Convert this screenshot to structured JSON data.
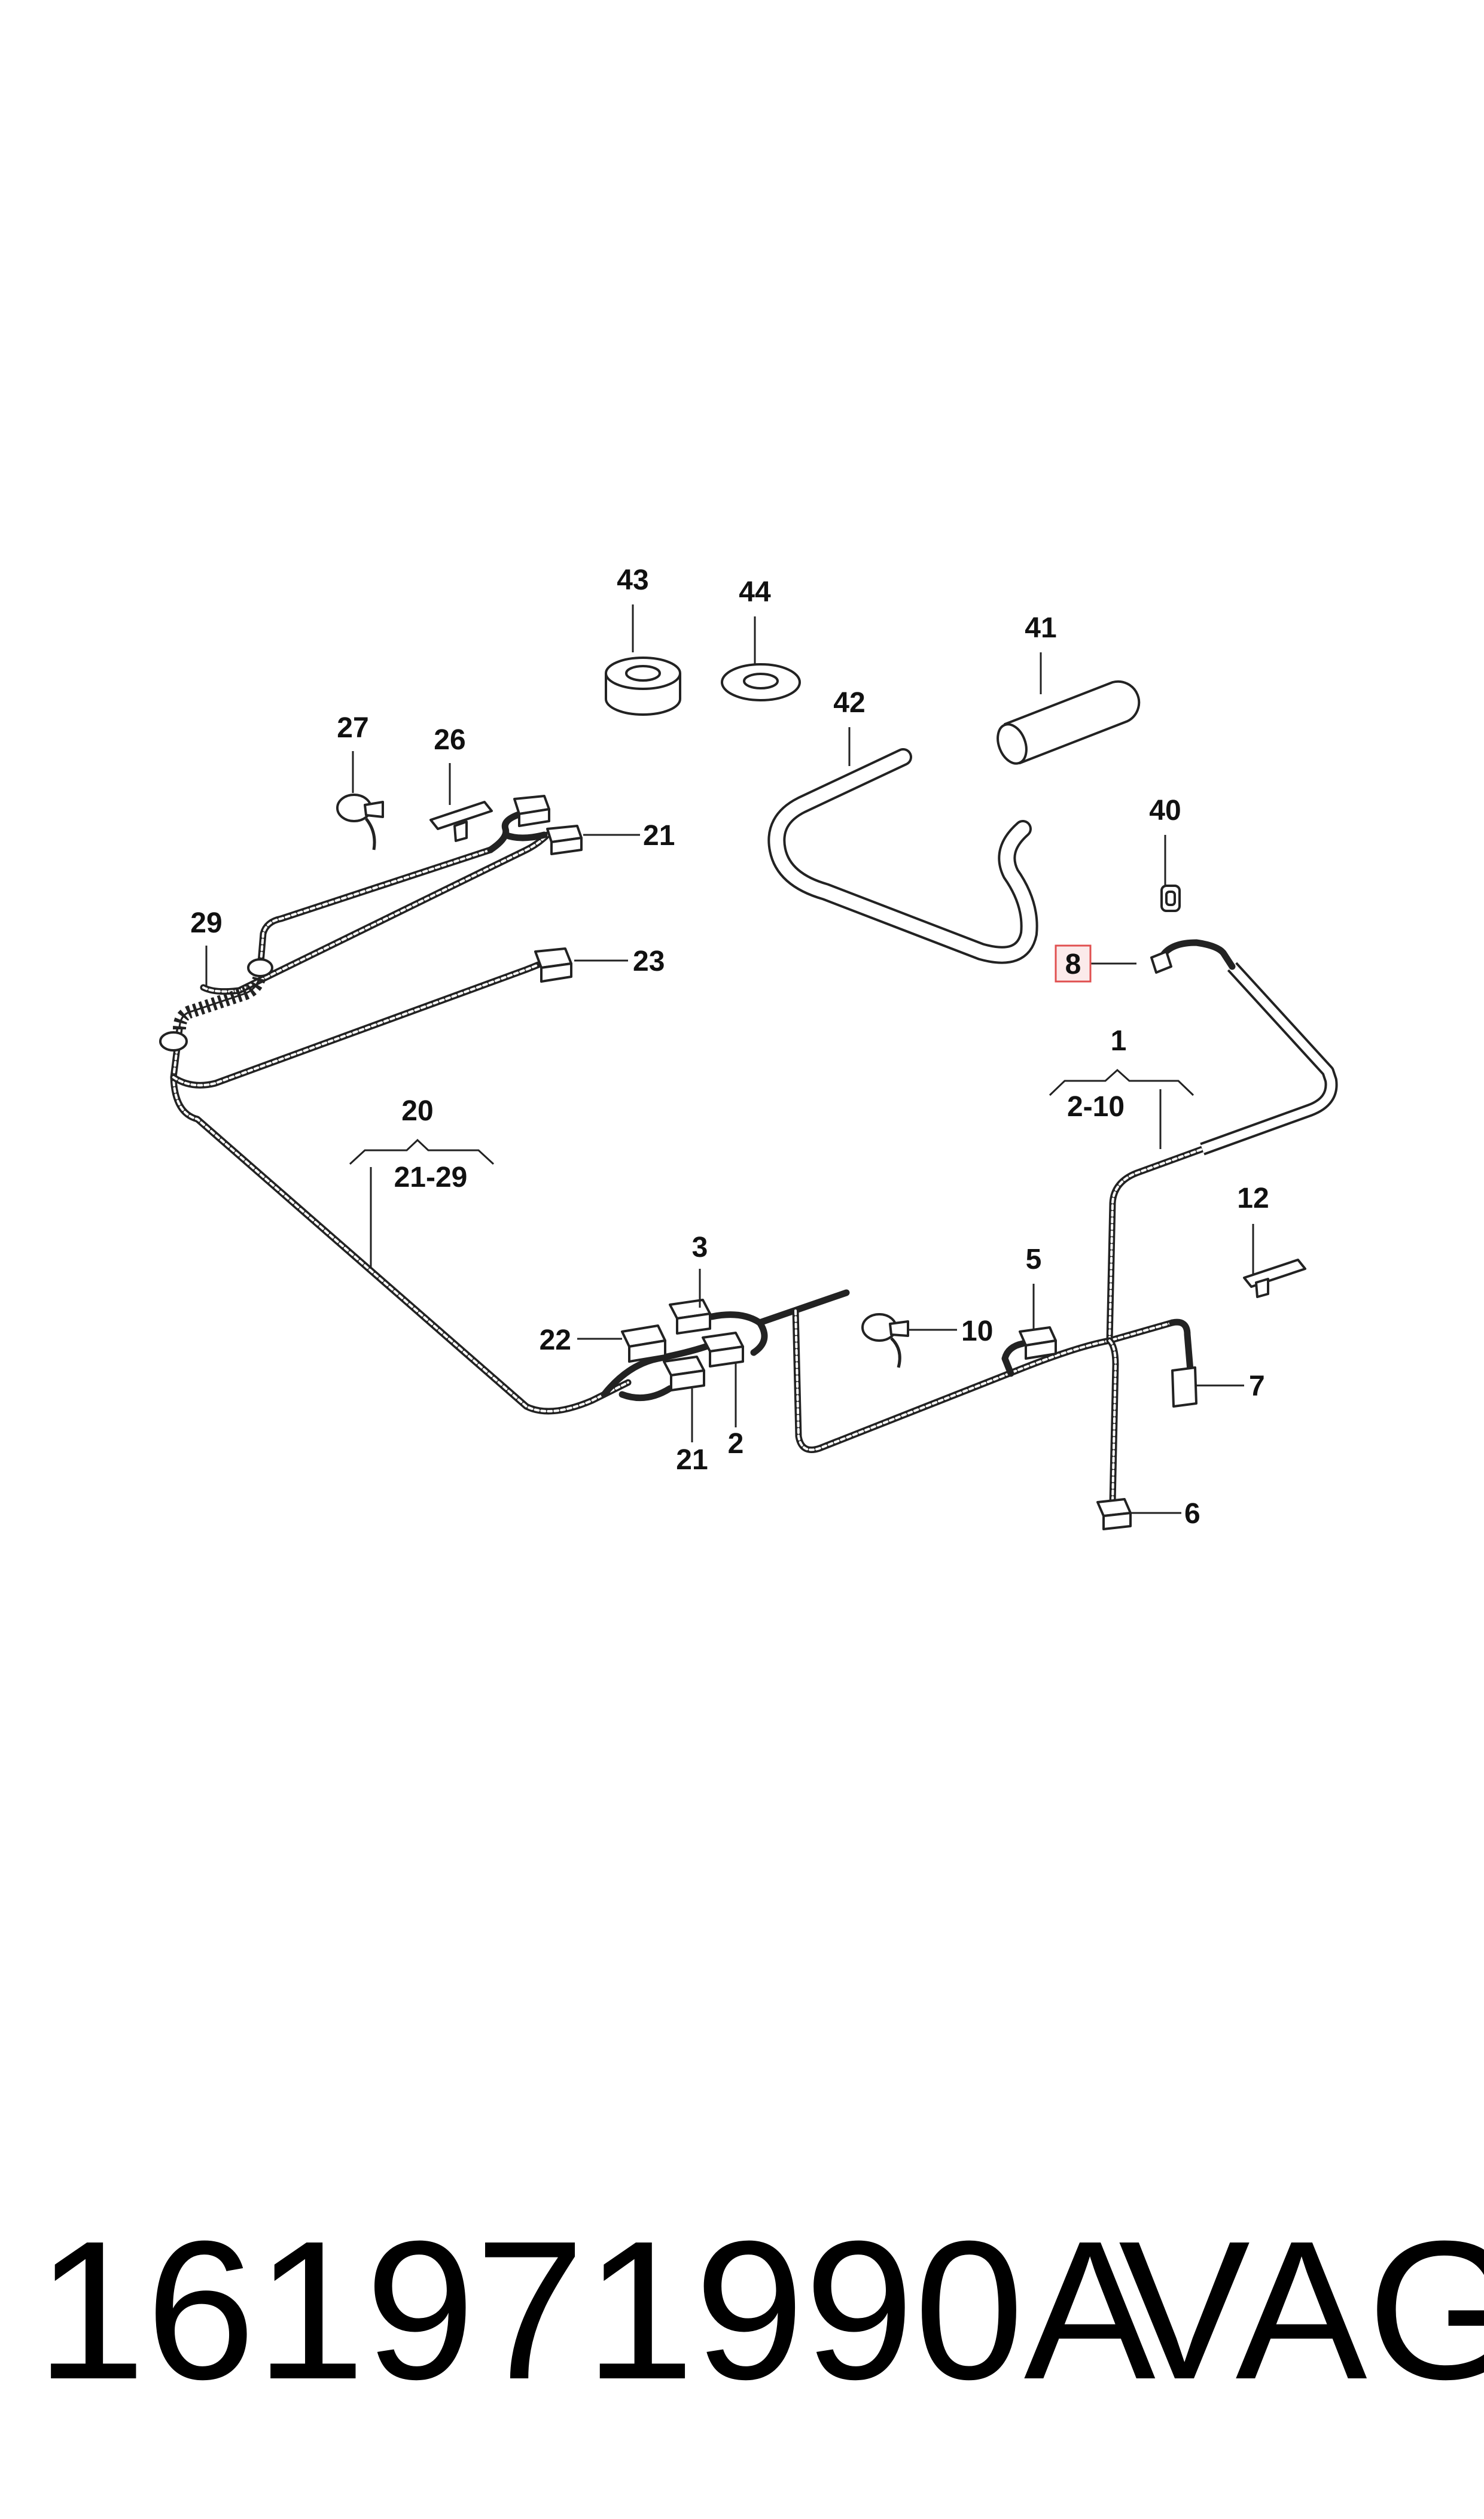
{
  "callouts": {
    "c1": "1",
    "c1_range": "2-10",
    "c2": "2",
    "c3": "3",
    "c5": "5",
    "c6": "6",
    "c7": "7",
    "c8": "8",
    "c10": "10",
    "c12": "12",
    "c20": "20",
    "c20_range": "21-29",
    "c21a": "21",
    "c21b": "21",
    "c22": "22",
    "c23": "23",
    "c26": "26",
    "c27": "27",
    "c29": "29",
    "c40": "40",
    "c41": "41",
    "c42": "42",
    "c43": "43",
    "c44": "44"
  },
  "highlight_color": "#e05050",
  "footer": {
    "part_number": "161971990A",
    "brand": "VAG"
  }
}
